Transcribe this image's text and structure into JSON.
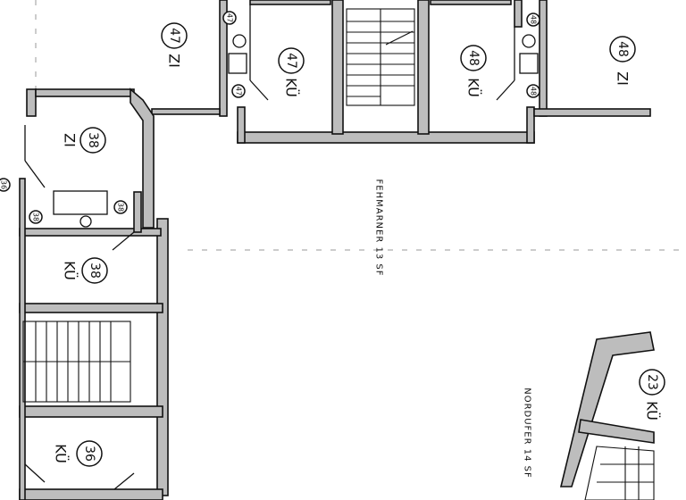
{
  "rooms": [
    {
      "number": "47",
      "type": "ZI"
    },
    {
      "number": "47",
      "type": "KÜ"
    },
    {
      "number": "48",
      "type": "KÜ"
    },
    {
      "number": "48",
      "type": "ZI"
    },
    {
      "number": "38",
      "type": "ZI"
    },
    {
      "number": "38",
      "type": "KÜ"
    },
    {
      "number": "36",
      "type": "KÜ"
    },
    {
      "number": "23",
      "type": "KÜ"
    }
  ],
  "small_markers": [
    "47",
    "47",
    "48",
    "48",
    "38",
    "38",
    "36"
  ],
  "streets": {
    "fehmarner": "FEHMARNER 13 SF",
    "nordufer": "NORDUFER 14 SF"
  }
}
